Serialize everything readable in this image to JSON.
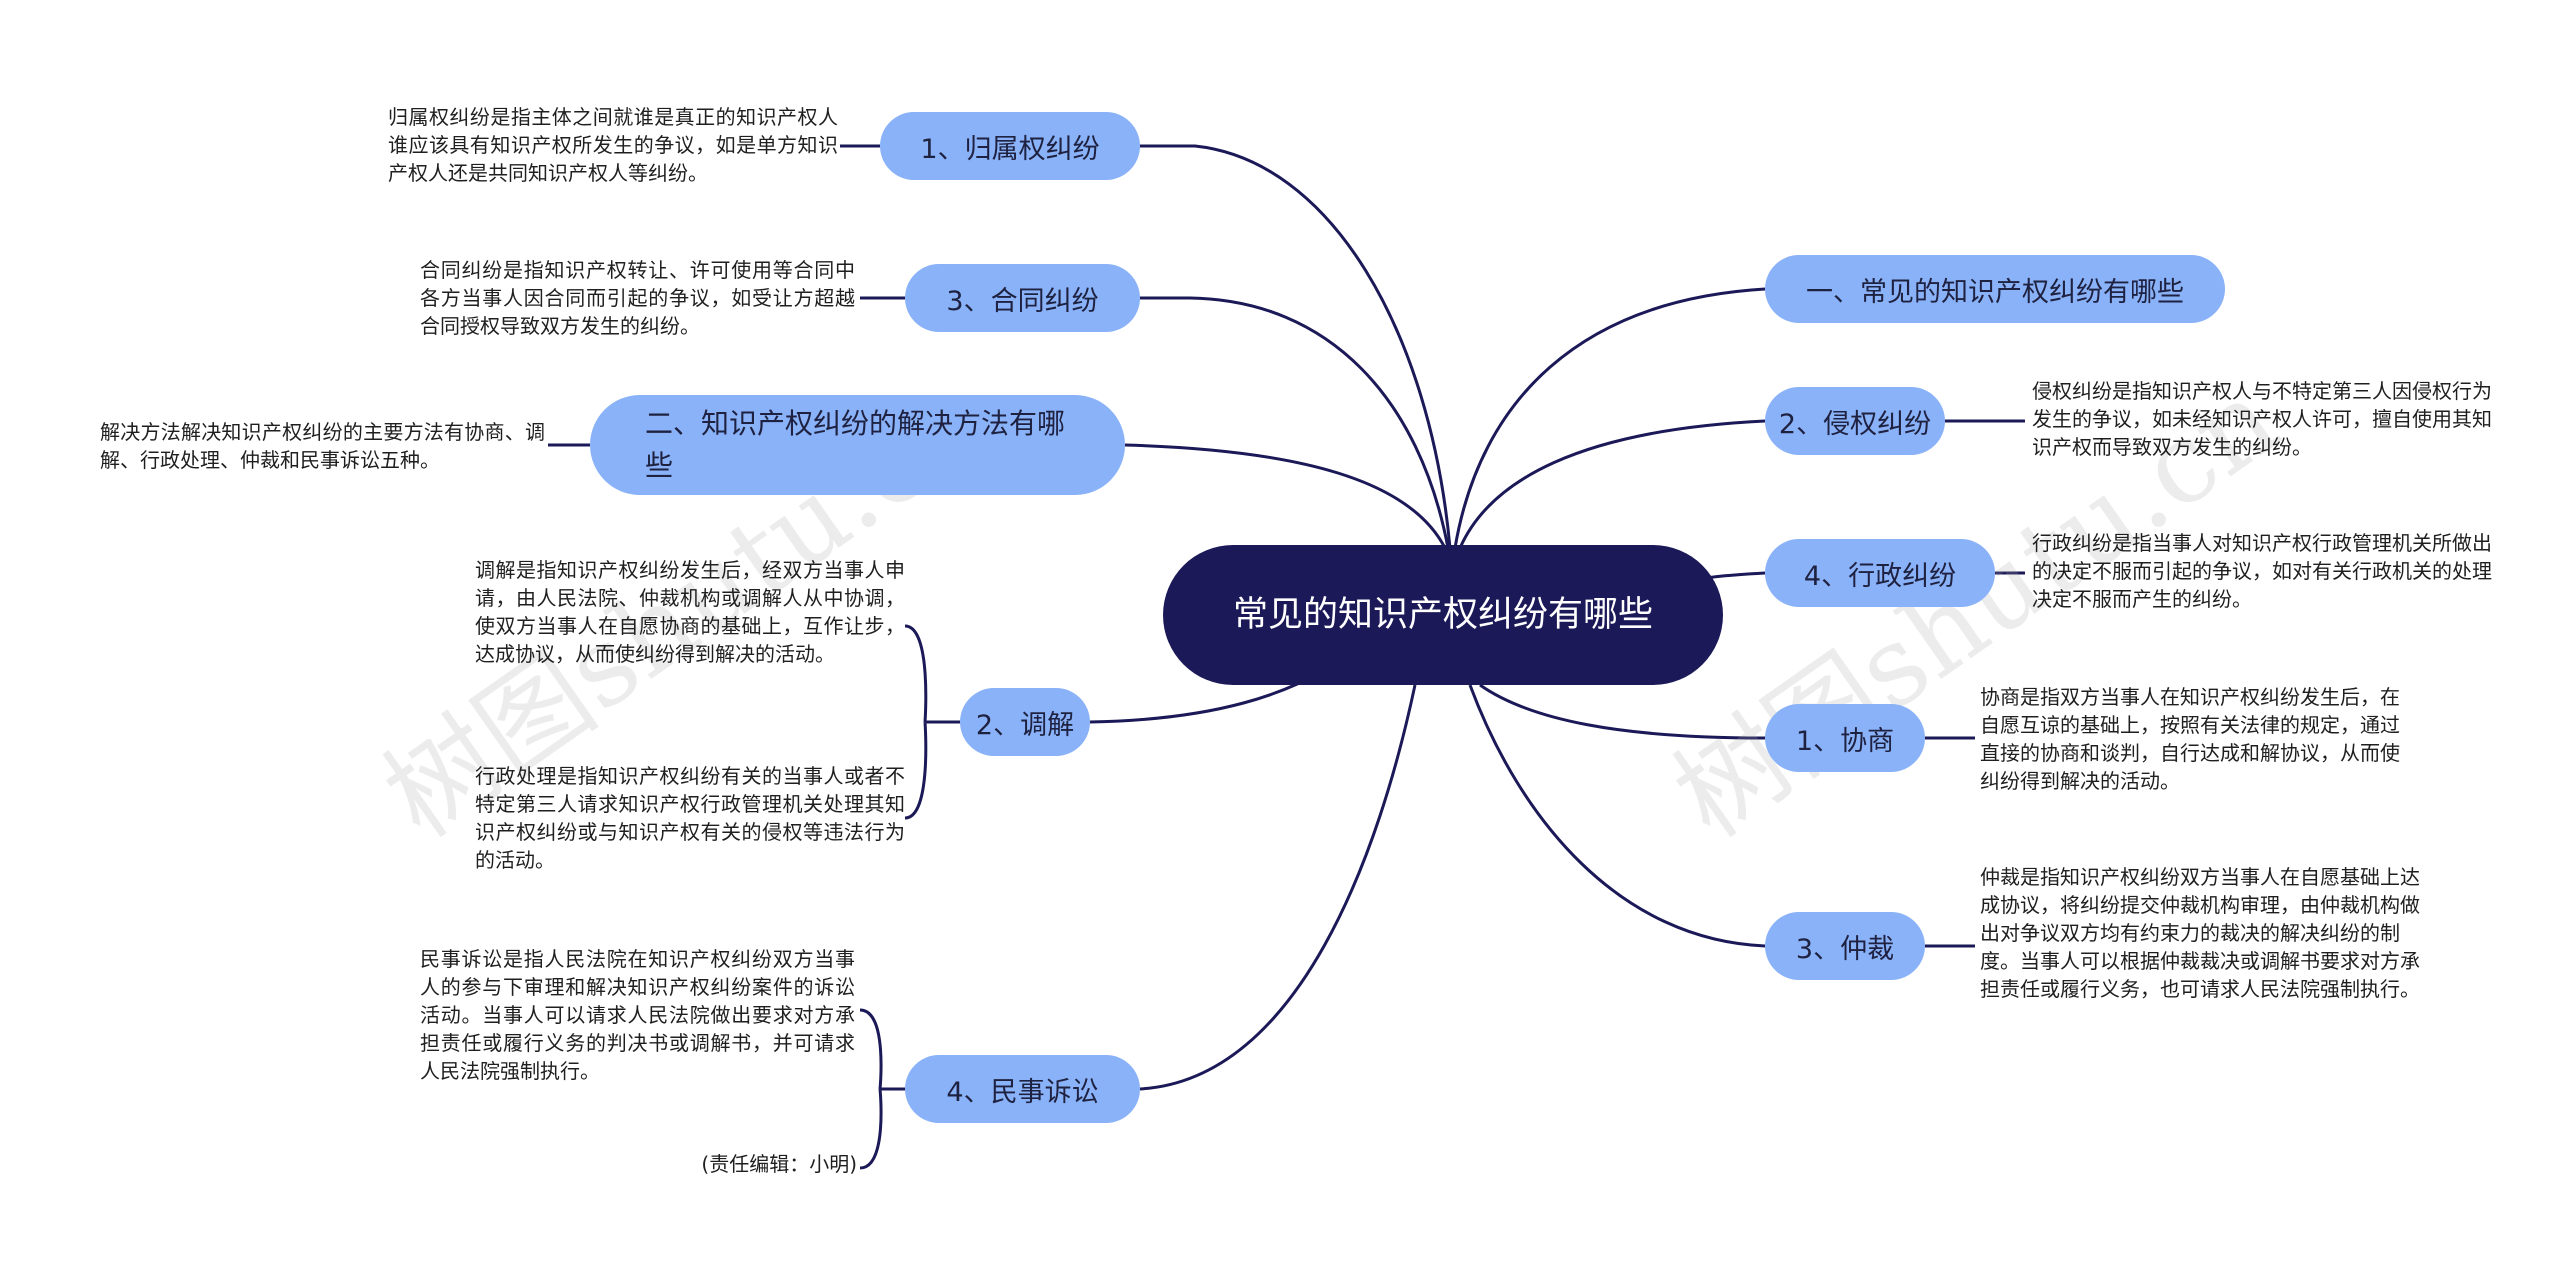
{
  "root": {
    "label": "常见的知识产权纠纷有哪些"
  },
  "watermark": "树图shutu.cn",
  "right": [
    {
      "label": "一、常见的知识产权纠纷有哪些",
      "detail": ""
    },
    {
      "label": "2、侵权纠纷",
      "detail": "侵权纠纷是指知识产权人与不特定第三人因侵权行为发生的争议，如未经知识产权人许可，擅自使用其知识产权而导致双方发生的纠纷。"
    },
    {
      "label": "4、行政纠纷",
      "detail": "行政纠纷是指当事人对知识产权行政管理机关所做出的决定不服而引起的争议，如对有关行政机关的处理决定不服而产生的纠纷。"
    },
    {
      "label": "1、协商",
      "detail": "协商是指双方当事人在知识产权纠纷发生后，在自愿互谅的基础上，按照有关法律的规定，通过直接的协商和谈判，自行达成和解协议，从而使纠纷得到解决的活动。"
    },
    {
      "label": "3、仲裁",
      "detail": "仲裁是指知识产权纠纷双方当事人在自愿基础上达成协议，将纠纷提交仲裁机构审理，由仲裁机构做出对争议双方均有约束力的裁决的解决纠纷的制度。当事人可以根据仲裁裁决或调解书要求对方承担责任或履行义务，也可请求人民法院强制执行。"
    }
  ],
  "left": [
    {
      "label": "1、归属权纠纷",
      "detail": "归属权纠纷是指主体之间就谁是真正的知识产权人谁应该具有知识产权所发生的争议，如是单方知识产权人还是共同知识产权人等纠纷。"
    },
    {
      "label": "3、合同纠纷",
      "detail": "合同纠纷是指知识产权转让、许可使用等合同中各方当事人因合同而引起的争议，如受让方超越合同授权导致双方发生的纠纷。"
    },
    {
      "label": "二、知识产权纠纷的解决方法有哪些",
      "detail": "解决方法解决知识产权纠纷的主要方法有协商、调解、行政处理、仲裁和民事诉讼五种。"
    },
    {
      "label": "2、调解",
      "details": [
        "调解是指知识产权纠纷发生后，经双方当事人申请，由人民法院、仲裁机构或调解人从中协调，使双方当事人在自愿协商的基础上，互作让步，达成协议，从而使纠纷得到解决的活动。",
        "行政处理是指知识产权纠纷有关的当事人或者不特定第三人请求知识产权行政管理机关处理其知识产权纠纷或与知识产权有关的侵权等违法行为的活动。"
      ]
    },
    {
      "label": "4、民事诉讼",
      "details": [
        "民事诉讼是指人民法院在知识产权纠纷双方当事人的参与下审理和解决知识产权纠纷案件的诉讼活动。当事人可以请求人民法院做出要求对方承担责任或履行义务的判决书或调解书，并可请求人民法院强制执行。",
        "(责任编辑：小明)"
      ]
    }
  ]
}
